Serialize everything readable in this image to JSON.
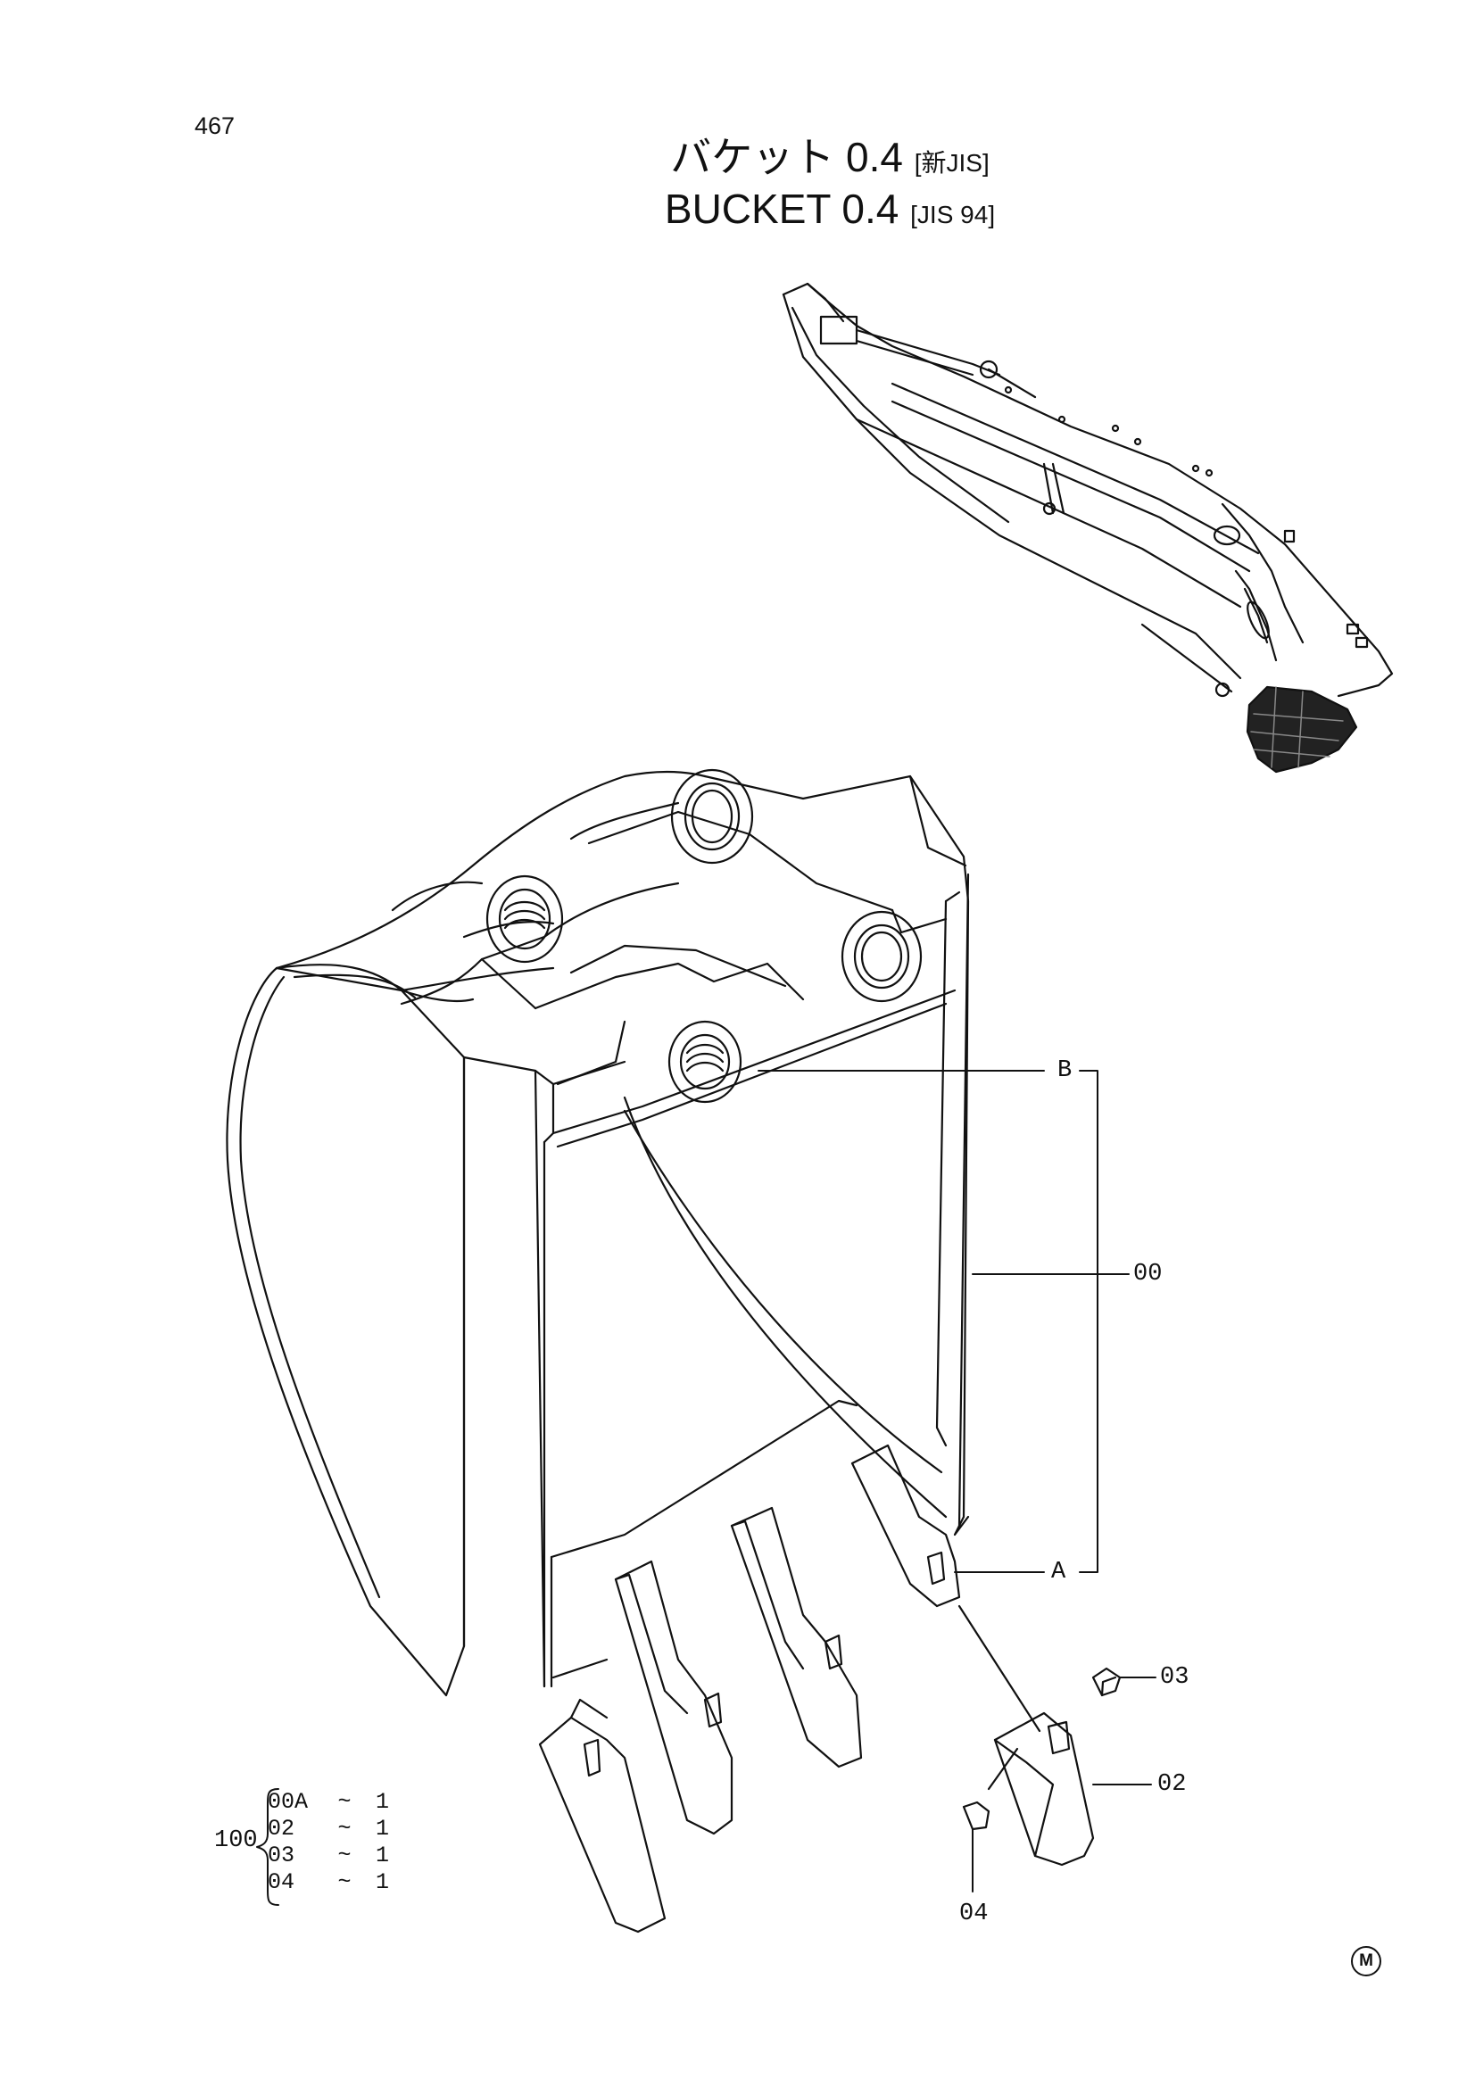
{
  "page_number": "467",
  "title": {
    "jp_main": "バケット 0.4",
    "jp_sub": "[新JIS]",
    "en_main": "BUCKET  0.4",
    "en_sub": "[JIS 94]"
  },
  "callouts": {
    "b": "B",
    "a": "A",
    "part_00": "00",
    "part_03": "03",
    "part_02": "02",
    "part_04": "04"
  },
  "kit": {
    "label": "100",
    "rows": [
      {
        "part": "00A",
        "sep": "~",
        "qty": "1"
      },
      {
        "part": "02",
        "sep": "~",
        "qty": "1"
      },
      {
        "part": "03",
        "sep": "~",
        "qty": "1"
      },
      {
        "part": "04",
        "sep": "~",
        "qty": "1"
      }
    ]
  },
  "footer_mark": "M"
}
